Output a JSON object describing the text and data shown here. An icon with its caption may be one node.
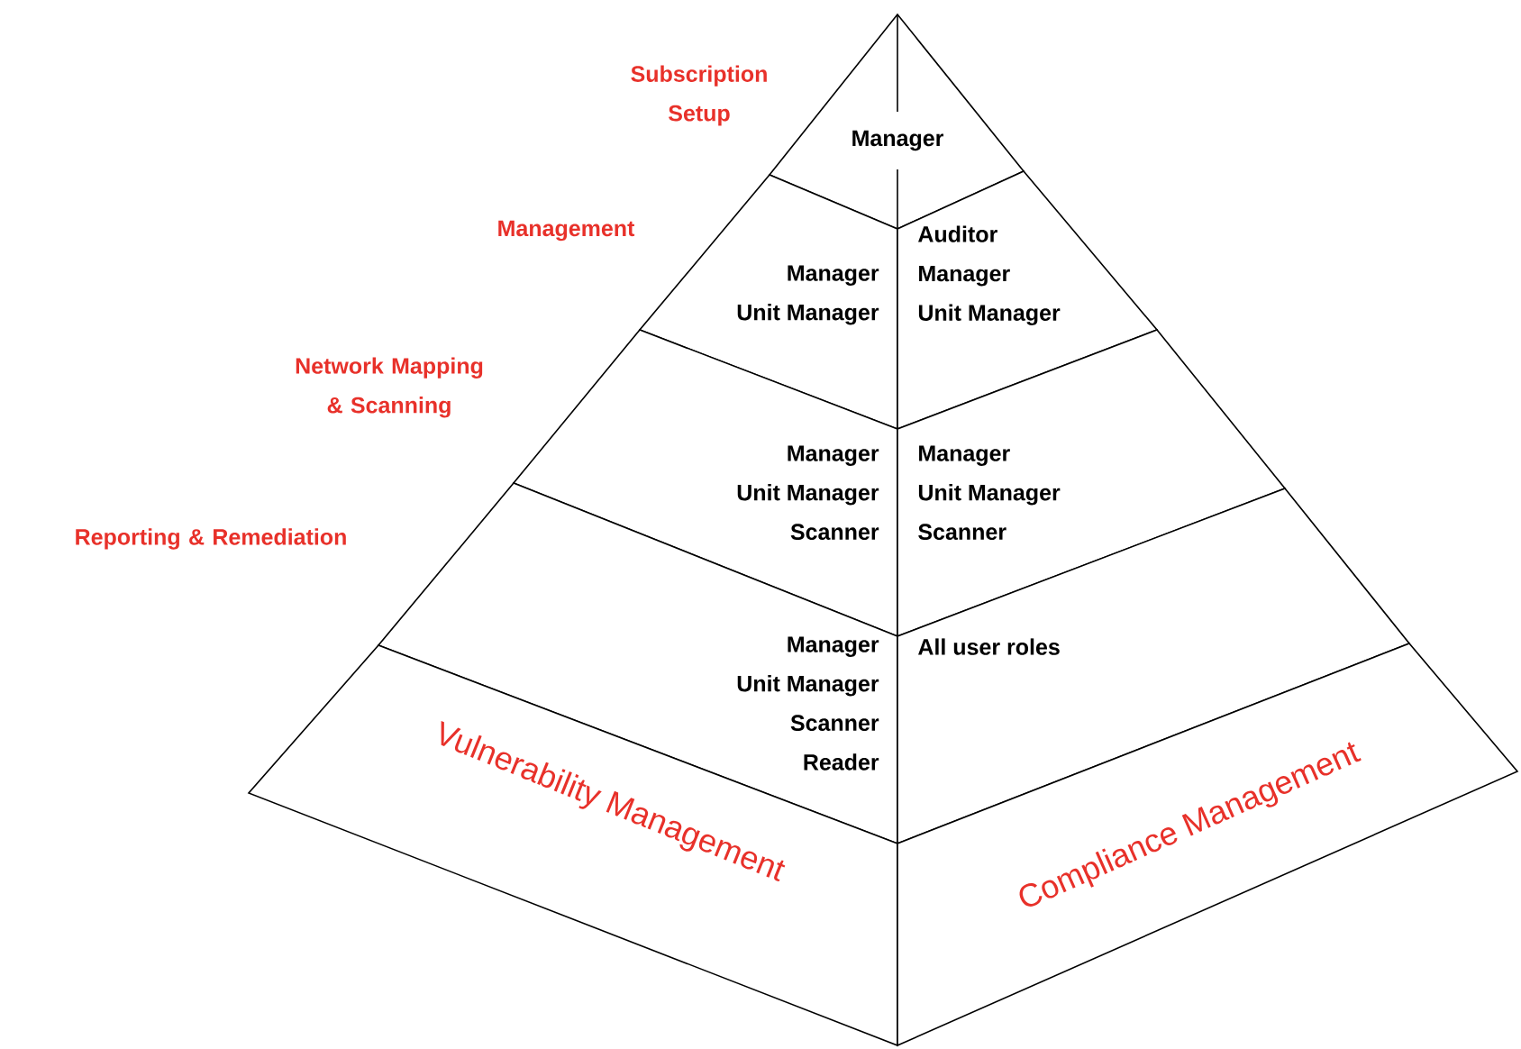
{
  "diagram": {
    "nodes": [
      {
        "text": [
          "Manager"
        ]
      },
      {
        "text": [
          "Manager",
          "Unit Manager"
        ]
      },
      {
        "text": [
          "Auditor",
          "Manager",
          "Unit Manager"
        ]
      },
      {
        "text": [
          "Manager",
          "Unit Manager",
          "Scanner"
        ]
      },
      {
        "text": [
          "Manager",
          "Unit Manager",
          "Scanner"
        ]
      },
      {
        "text": [
          "Manager",
          "Unit Manager",
          "Scanner",
          "Reader"
        ]
      },
      {
        "text": [
          "All user roles"
        ]
      },
      {
        "text": [
          "Vulnerability Management"
        ]
      },
      {
        "text": [
          "Compliance Management"
        ]
      }
    ],
    "labels": [
      "Subscription Setup",
      "Management",
      "Network Mapping & Scanning",
      "Reporting & Remediation"
    ]
  }
}
